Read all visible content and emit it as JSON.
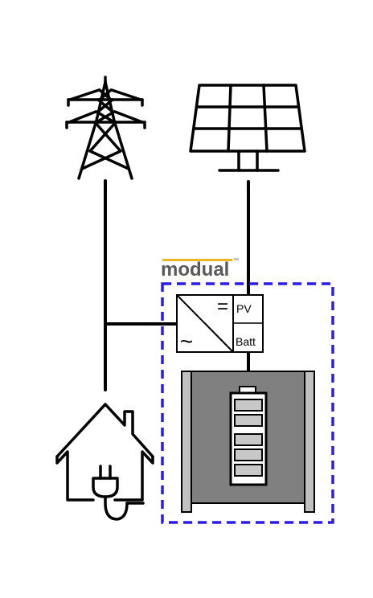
{
  "brand": {
    "name": "modual",
    "trademark": "™",
    "accent_color": "#f0b323",
    "text_color": "#5a5a5a"
  },
  "inverter": {
    "dc_symbol": "=",
    "ac_symbol": "~",
    "pv_label": "PV",
    "batt_label": "Batt"
  },
  "colors": {
    "line": "#000000",
    "enclosure_border": "#2b1de8",
    "battery_cabinet": "#808080",
    "battery_rails": "#c0c0c0",
    "battery_cells": "#c8c8c8"
  },
  "icons": {
    "grid": "pylon-icon",
    "solar": "solar-panel-icon",
    "house": "house-icon",
    "plug": "plug-icon",
    "battery": "battery-icon"
  }
}
